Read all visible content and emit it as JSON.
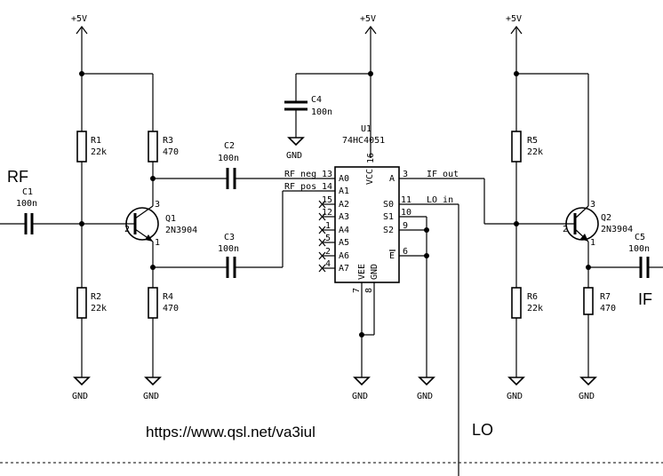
{
  "nets": {
    "vcc_left": "+5V",
    "vcc_mid": "+5V",
    "vcc_right": "+5V",
    "gnd": "GND",
    "rf": "RF",
    "if": "IF",
    "lo": "LO",
    "rf_neg": "RF_neg",
    "rf_pos": "RF_pos",
    "if_out": "IF_out",
    "lo_in": "LO_in"
  },
  "parts": {
    "R1": {
      "ref": "R1",
      "value": "22k"
    },
    "R2": {
      "ref": "R2",
      "value": "22k"
    },
    "R3": {
      "ref": "R3",
      "value": "470"
    },
    "R4": {
      "ref": "R4",
      "value": "470"
    },
    "R5": {
      "ref": "R5",
      "value": "22k"
    },
    "R6": {
      "ref": "R6",
      "value": "22k"
    },
    "R7": {
      "ref": "R7",
      "value": "470"
    },
    "C1": {
      "ref": "C1",
      "value": "100n"
    },
    "C2": {
      "ref": "C2",
      "value": "100n"
    },
    "C3": {
      "ref": "C3",
      "value": "100n"
    },
    "C4": {
      "ref": "C4",
      "value": "100n"
    },
    "C5": {
      "ref": "C5",
      "value": "100n"
    },
    "Q1": {
      "ref": "Q1",
      "value": "2N3904"
    },
    "Q2": {
      "ref": "Q2",
      "value": "2N3904"
    },
    "U1": {
      "ref": "U1",
      "value": "74HC4051"
    }
  },
  "ic": {
    "left_pins": [
      "A0",
      "A1",
      "A2",
      "A3",
      "A4",
      "A5",
      "A6",
      "A7"
    ],
    "left_nums": [
      "13",
      "14",
      "15",
      "12",
      "1",
      "5",
      "2",
      "4"
    ],
    "right_pins": [
      "A",
      "S0",
      "S1",
      "S2",
      "E"
    ],
    "right_nums": [
      "3",
      "11",
      "10",
      "9",
      "6"
    ],
    "vcc_pin": "VCC",
    "vcc_num": "16",
    "vee_pin": "VEE",
    "vee_num": "7",
    "gnd_pin": "GND",
    "gnd_num": "8"
  },
  "transistor_pins": {
    "b": "2",
    "c": "3",
    "e": "1"
  },
  "footer": {
    "url": "https://www.qsl.net/va3iul"
  }
}
